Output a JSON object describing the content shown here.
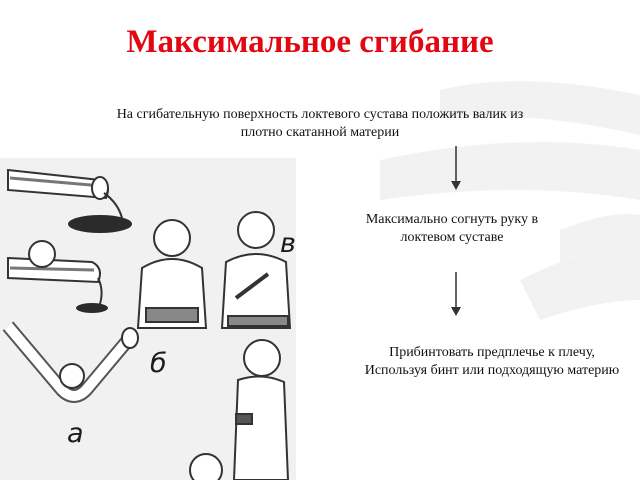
{
  "title": "Максимальное сгибание конечности",
  "steps": [
    "На сгибательную поверхность локтевого сустава положить валик из плотно скатанной материи",
    "Максимально согнуть руку в локтевом суставе",
    "Прибинтовать предплечье к плечу, Используя бинт или подходящую материю"
  ],
  "figure_labels": {
    "a": "а",
    "b": "б",
    "v": "в"
  },
  "colors": {
    "title": "#e30613",
    "text": "#111111",
    "arrow": "#333333"
  },
  "icons": [
    "arrow-down-icon",
    "tourniquet-illustration"
  ]
}
